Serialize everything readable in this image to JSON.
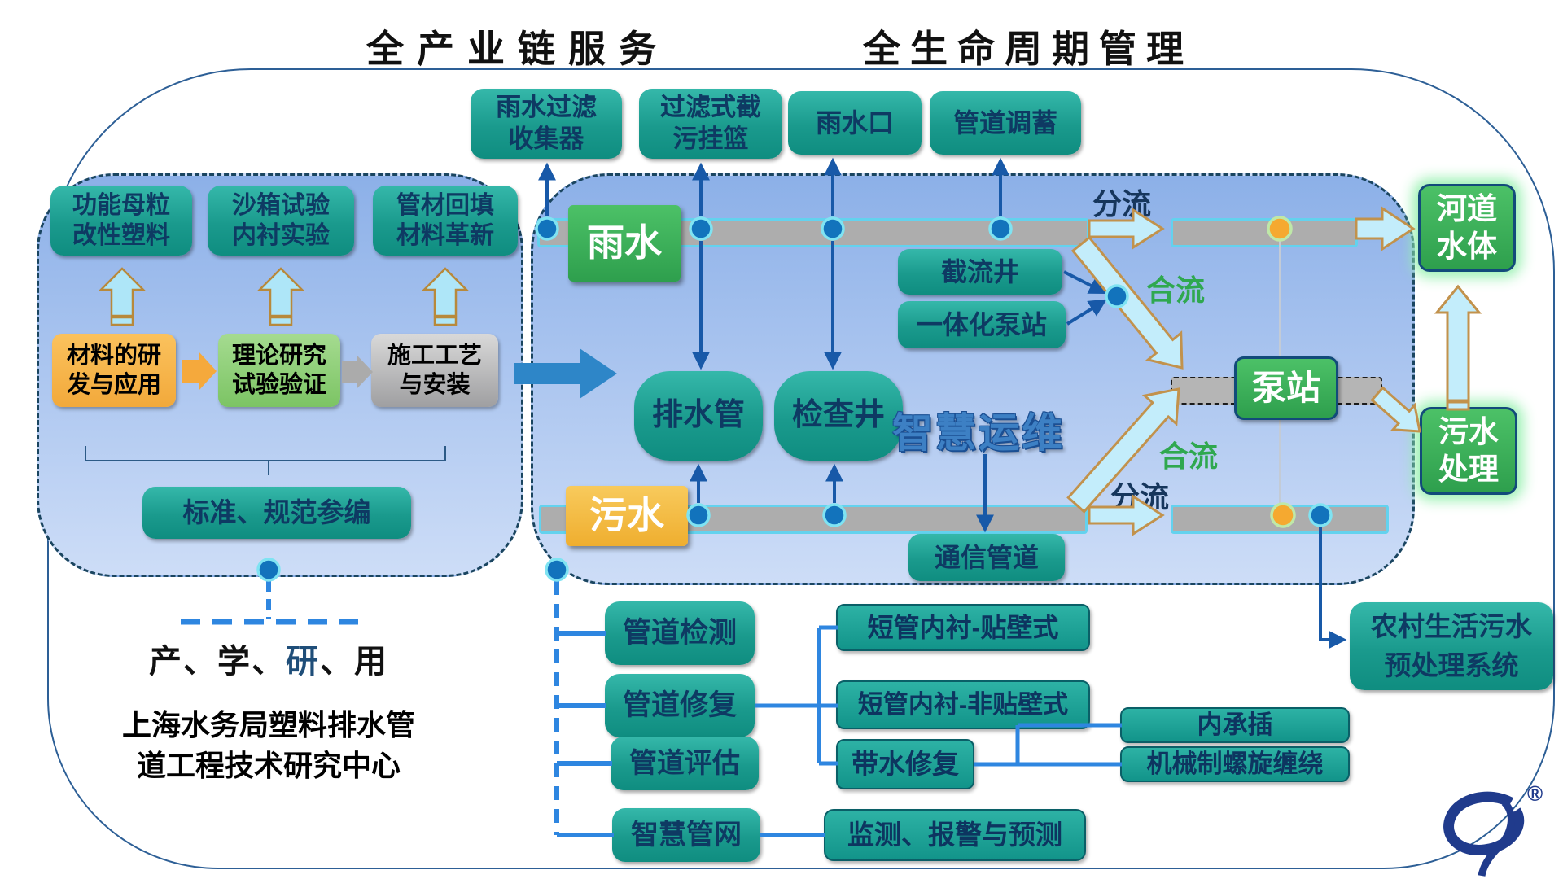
{
  "titles": {
    "left": "全产业链服务",
    "right": "全生命周期管理"
  },
  "top_boxes": [
    {
      "l1": "雨水过滤",
      "l2": "收集器"
    },
    {
      "l1": "过滤式截",
      "l2": "污挂篮"
    },
    {
      "label": "雨水口"
    },
    {
      "label": "管道调蓄"
    }
  ],
  "left_panel": {
    "row1": [
      {
        "l1": "功能母粒",
        "l2": "改性塑料"
      },
      {
        "l1": "沙箱试验",
        "l2": "内衬实验"
      },
      {
        "l1": "管材回填",
        "l2": "材料革新"
      }
    ],
    "row2": [
      {
        "l1": "材料的研",
        "l2": "发与应用"
      },
      {
        "l1": "理论研究",
        "l2": "试验验证"
      },
      {
        "l1": "施工工艺",
        "l2": "与安装"
      }
    ],
    "standards": "标准、规范参编",
    "chain": {
      "p1": "产",
      "p2": "学",
      "p3": "研",
      "p4": "用",
      "sep": "、"
    },
    "org": {
      "l1": "上海水务局塑料排水管",
      "l2": "道工程技术研究中心"
    }
  },
  "main_panel": {
    "rain_label": "雨水",
    "sewage_label": "污水",
    "drain_pipe": "排水管",
    "inspection_well": "检查井",
    "intercept_well": "截流井",
    "integrated_pump": "一体化泵站",
    "smart_ops": "智慧运维",
    "comm_pipe": "通信管道",
    "pump_station": "泵站",
    "flow": {
      "fenliu_top": "分流",
      "heliu_top": "合流",
      "heliu_bottom": "合流",
      "fenliu_bottom": "分流"
    },
    "river": {
      "l1": "河道",
      "l2": "水体"
    },
    "treatment": {
      "l1": "污水",
      "l2": "处理"
    },
    "rural": {
      "l1": "农村生活污水",
      "l2": "预处理系统"
    }
  },
  "bottom_tree": {
    "inspect": "管道检测",
    "repair": "管道修复",
    "assess": "管道评估",
    "smart_network": "智慧管网",
    "lining_wall": "短管内衬-贴壁式",
    "lining_nonwall": "短管内衬-非贴壁式",
    "water_repair": "带水修复",
    "socket": "内承插",
    "spiral": "机械制螺旋缠绕",
    "monitor": "监测、报警与预测"
  },
  "logo": {
    "registered": "®"
  },
  "palette": {
    "teal": "#179c90",
    "green": "#35b159",
    "yellow": "#f6bf4a",
    "orange": "#f6ad3c",
    "light_green": "#8ecf72",
    "gray": "#b9b9b9",
    "navy_text": "#0e3a63",
    "flow_green": "#2fa84f",
    "flow_navy": "#16365c",
    "line_blue": "#1859a8",
    "tree_blue": "#2e86e0",
    "pipe_edge": "#63d2ee",
    "arrow_fill": "#c3edfb",
    "arrow_edge": "#c2924c"
  }
}
